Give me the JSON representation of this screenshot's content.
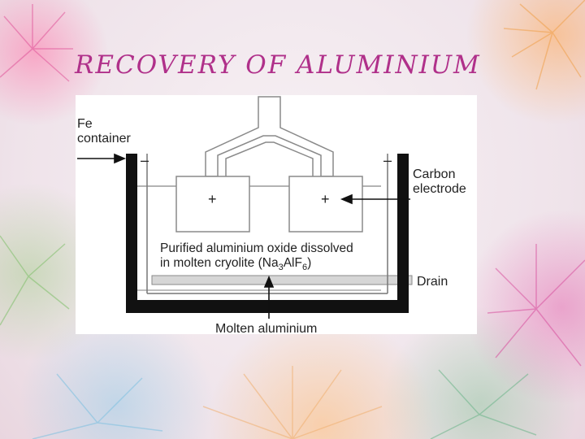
{
  "title": "RECOVERY OF ALUMINIUM",
  "diagram": {
    "labels": {
      "fe_container_line1": "Fe",
      "fe_container_line2": "container",
      "carbon_electrode_line1": "Carbon",
      "carbon_electrode_line2": "electrode",
      "electrolyte_line1": "Purified aluminium oxide dissolved",
      "electrolyte_line2_prefix": "in molten cryolite (Na",
      "electrolyte_sub1": "3",
      "electrolyte_mid": "AlF",
      "electrolyte_sub2": "6",
      "electrolyte_suffix": ")",
      "drain": "Drain",
      "molten_aluminium": "Molten aluminium"
    },
    "signs": {
      "cathode_left": "–",
      "cathode_right": "–",
      "anode_left": "+",
      "anode_right": "+"
    }
  }
}
